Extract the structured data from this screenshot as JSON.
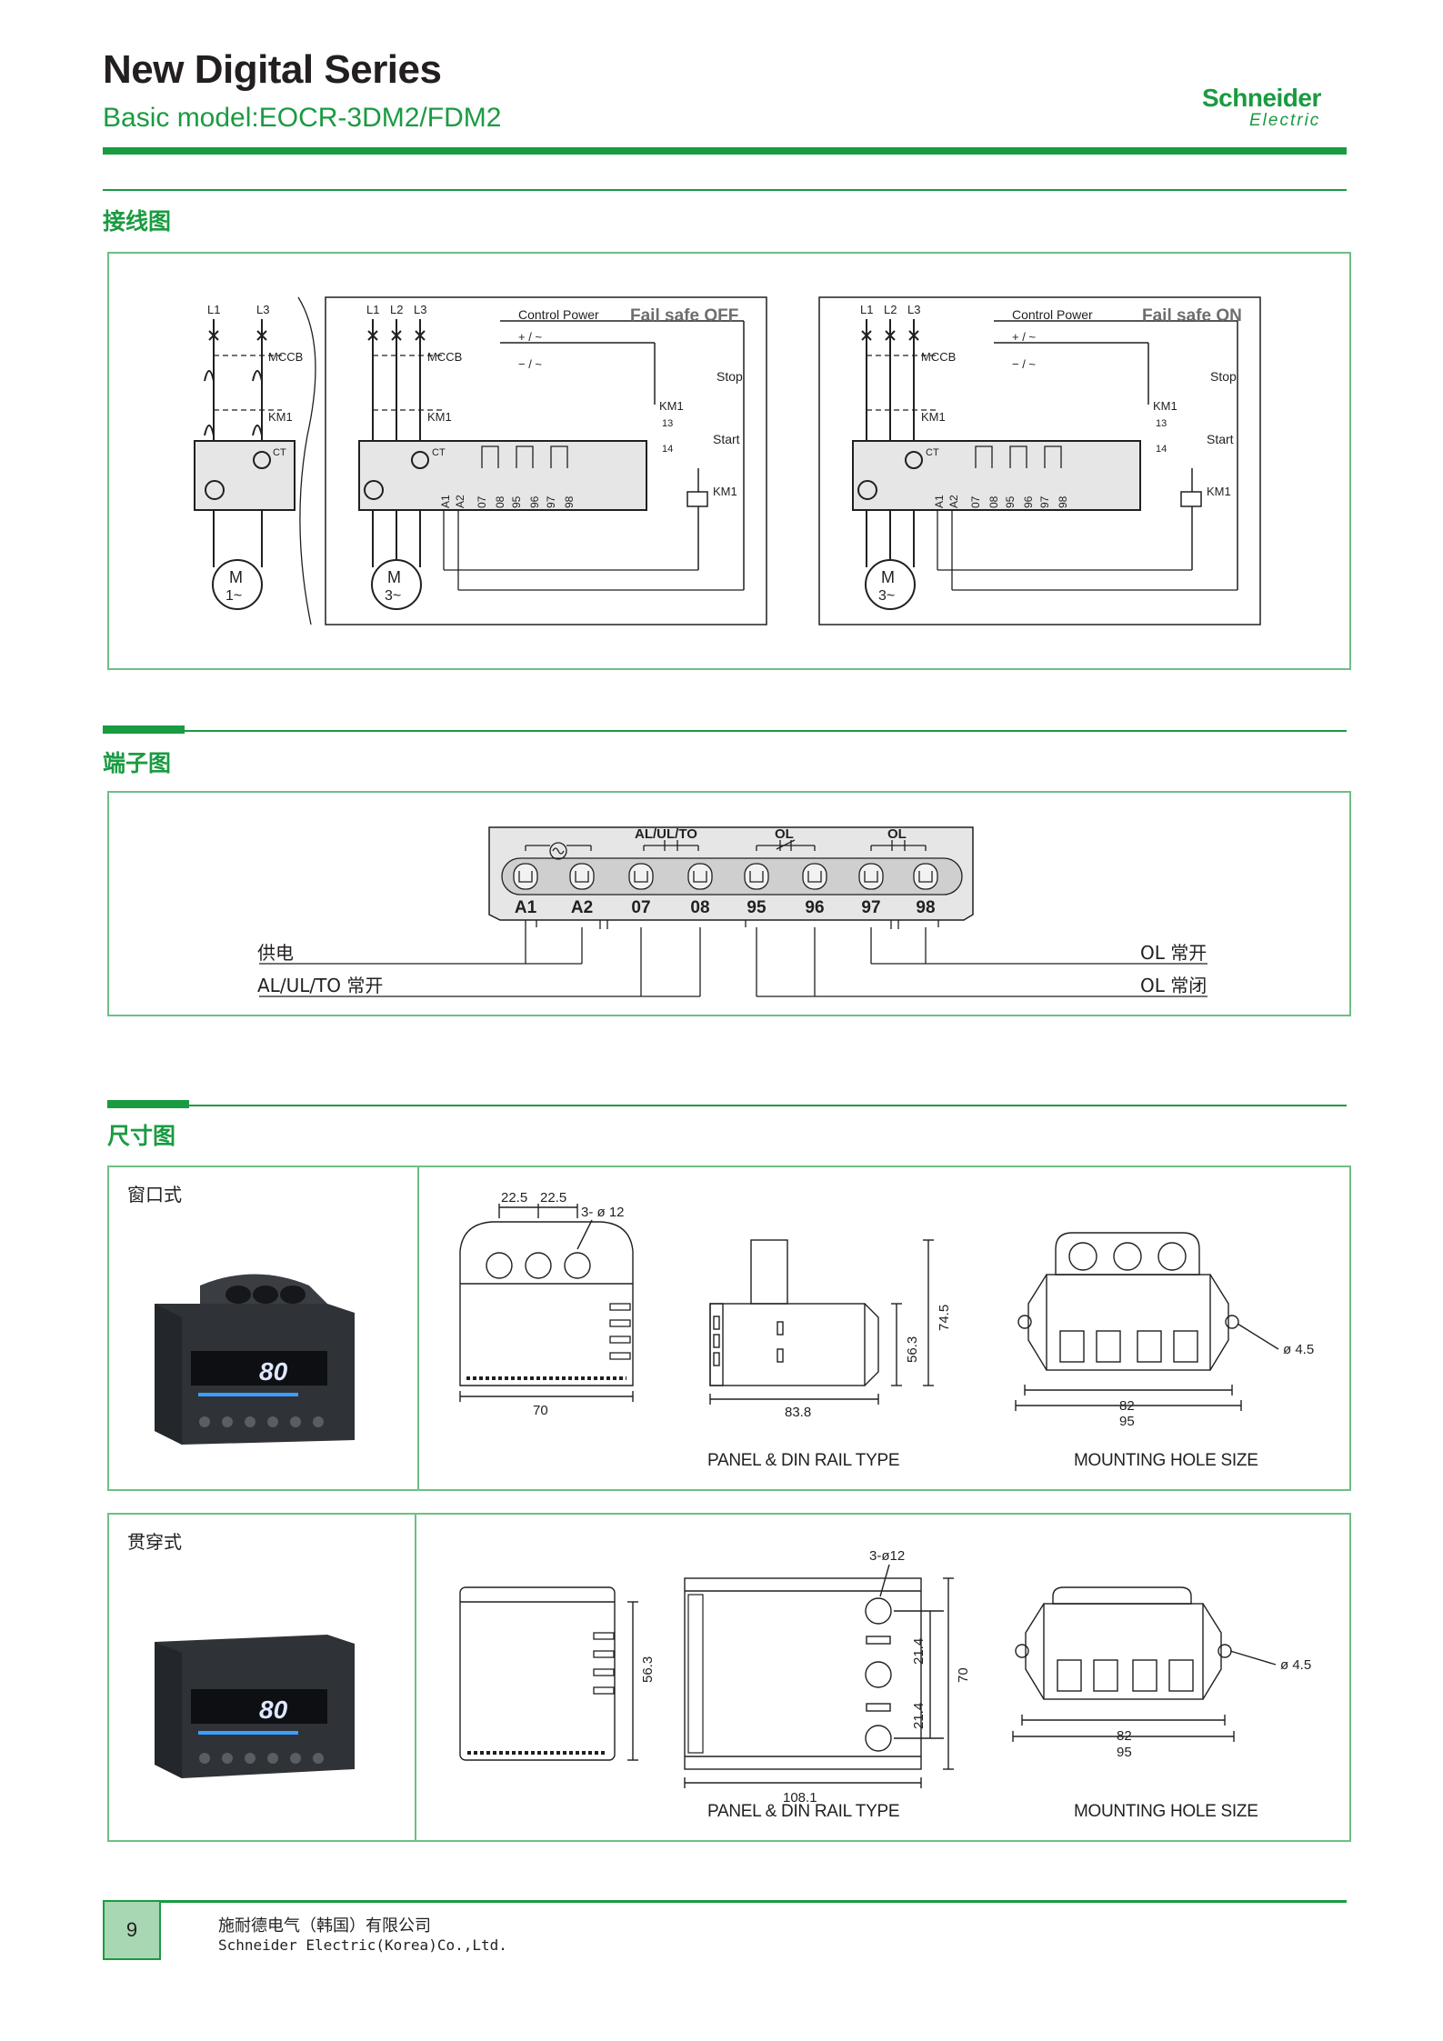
{
  "header": {
    "title": "New Digital Series",
    "subtitle": "Basic model:EOCR-3DM2/FDM2",
    "logo_brand": "Schneider",
    "logo_sub": "Electric"
  },
  "sections": {
    "wiring": {
      "title": "接线图",
      "diagram1": {
        "l1": "L1",
        "l3": "L3",
        "mccb": "MCCB",
        "km1": "KM1",
        "ct": "CT",
        "motor": "M",
        "motor_phase": "1~"
      },
      "diagram2": {
        "l1": "L1",
        "l2": "L2",
        "l3": "L3",
        "mccb": "MCCB",
        "km1": "KM1",
        "ct": "CT",
        "motor": "M",
        "motor_phase": "3~",
        "control_power": "Control Power",
        "plus": "+ / ~",
        "minus": "− / ~",
        "mode": "Fail safe OFF",
        "stop": "Stop",
        "start": "Start",
        "km1_coil": "KM1",
        "km1_aux": "KM1",
        "t13": "13",
        "t14": "14"
      },
      "diagram3": {
        "l1": "L1",
        "l2": "L2",
        "l3": "L3",
        "mccb": "MCCB",
        "km1": "KM1",
        "ct": "CT",
        "motor": "M",
        "motor_phase": "3~",
        "control_power": "Control Power",
        "plus": "+ / ~",
        "minus": "− / ~",
        "mode": "Fail safe ON",
        "stop": "Stop",
        "start": "Start",
        "km1_coil": "KM1",
        "km1_aux": "KM1",
        "t13": "13",
        "t14": "14"
      },
      "terminals": [
        "A1",
        "A2",
        "07",
        "08",
        "95",
        "96",
        "97",
        "98"
      ]
    },
    "terminal": {
      "title": "端子图",
      "group_labels": [
        "AL/UL/TO",
        "OL",
        "OL"
      ],
      "terminals": [
        "A1",
        "A2",
        "07",
        "08",
        "95",
        "96",
        "97",
        "98"
      ],
      "left_labels": [
        "供电",
        "AL/UL/TO 常开"
      ],
      "right_labels": [
        "OL 常开",
        "OL 常闭"
      ]
    },
    "dimension": {
      "title": "尺寸图",
      "window_type": {
        "label": "窗口式",
        "display": "80",
        "front_dims": [
          "22.5",
          "22.5",
          "3- ø 12",
          "70"
        ],
        "side_dims": [
          "83.8",
          "56.3",
          "74.5"
        ],
        "mount_dims": [
          "ø 4.5",
          "82",
          "95"
        ],
        "caption_panel": "PANEL & DIN RAIL TYPE",
        "caption_mount": "MOUNTING HOLE SIZE"
      },
      "through_type": {
        "label": "贯穿式",
        "display": "80",
        "front_dims": [
          "56.3"
        ],
        "side_dims": [
          "3-ø12",
          "21.4",
          "21.4",
          "70",
          "108.1"
        ],
        "mount_dims": [
          "ø 4.5",
          "82",
          "95"
        ],
        "caption_panel": "PANEL & DIN RAIL TYPE",
        "caption_mount": "MOUNTING HOLE SIZE"
      }
    }
  },
  "footer": {
    "page_number": "9",
    "company_cn": "施耐德电气（韩国）有限公司",
    "company_en": "Schneider Electric(Korea)Co.,Ltd."
  },
  "colors": {
    "accent": "#1a9b41",
    "box_border": "#6dbf85",
    "page_tab": "#a7d8b3",
    "relay_fill": "#e6e6e6"
  }
}
